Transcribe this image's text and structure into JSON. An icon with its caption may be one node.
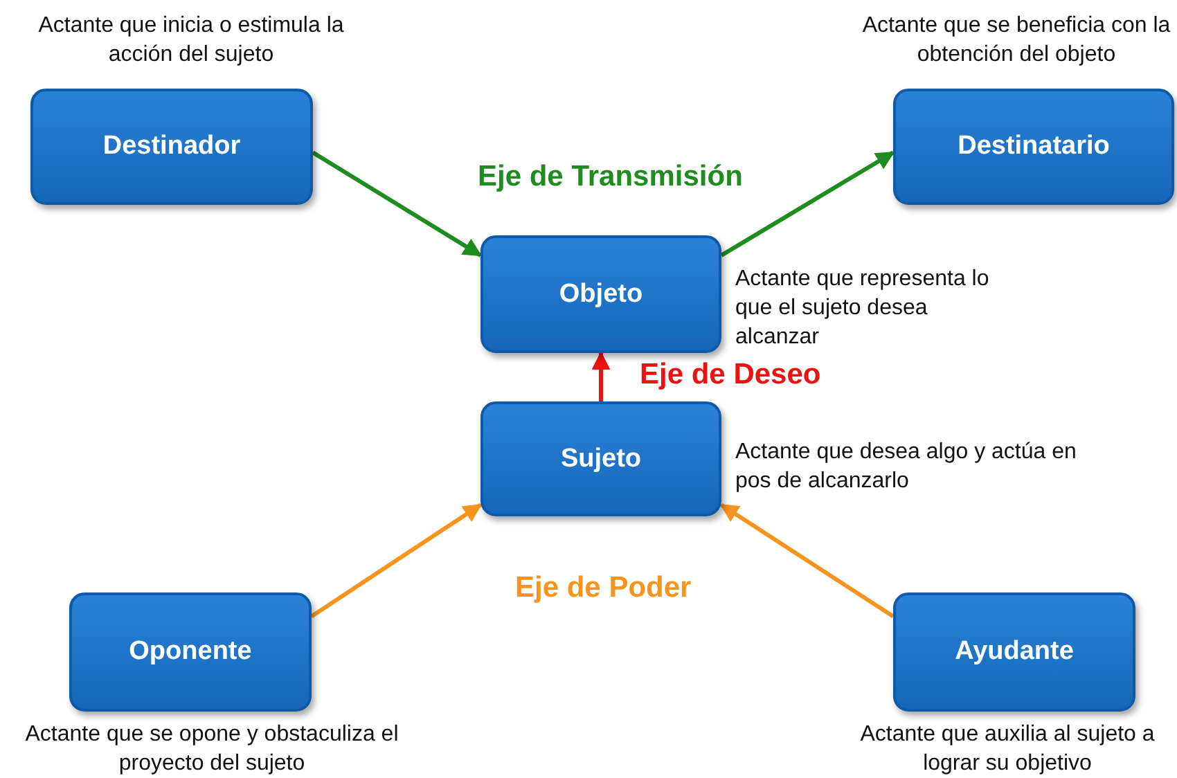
{
  "diagram": {
    "nodes": [
      {
        "text": [
          "Destinador"
        ],
        "beside": [
          "Actante que inicia o estimula la acción del sujeto"
        ]
      },
      {
        "text": [
          "Destinatario"
        ],
        "beside": [
          "Actante que se beneficia con la obtención del objeto"
        ]
      },
      {
        "text": [
          "Objeto"
        ],
        "beside": [
          "Actante que representa lo que el sujeto desea alcanzar"
        ]
      },
      {
        "text": [
          "Sujeto"
        ],
        "beside": [
          "Actante que desea algo y actúa en pos de alcanzarlo"
        ]
      },
      {
        "text": [
          "Oponente"
        ],
        "beside": [
          "Actante que se opone y obstaculiza el proyecto del sujeto"
        ]
      },
      {
        "text": [
          "Ayudante"
        ],
        "beside": [
          "Actante que auxilia al sujeto a lograr su objetivo"
        ]
      }
    ],
    "edges": [
      {
        "from": 0,
        "to": 2,
        "arrow": "to",
        "color": "#1e8c1e"
      },
      {
        "from": 2,
        "to": 1,
        "arrow": "to",
        "color": "#1e8c1e"
      },
      {
        "from": 3,
        "to": 2,
        "arrow": "to",
        "color": "#ee1111"
      },
      {
        "from": 4,
        "to": 3,
        "arrow": "to",
        "color": "#f7941d"
      },
      {
        "from": 5,
        "to": 3,
        "arrow": "to",
        "color": "#f7941d"
      }
    ],
    "labels": [
      "Eje de Transmisión",
      "Eje de Deseo",
      "Eje de Poder"
    ]
  }
}
